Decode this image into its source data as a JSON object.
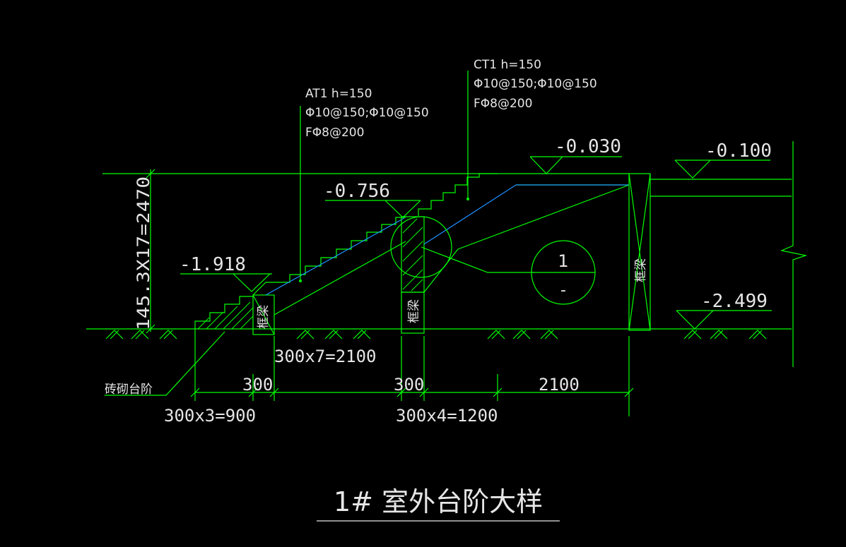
{
  "notes": {
    "at1": {
      "line1": "AT1 h=150",
      "line2": "Φ10@150;Φ10@150",
      "line3": "FΦ8@200"
    },
    "ct1": {
      "line1": "CT1 h=150",
      "line2": "Φ10@150;Φ10@150",
      "line3": "FΦ8@200"
    }
  },
  "elevations": {
    "top_left": "-0.030",
    "top_right": "-0.100",
    "mid": "-0.756",
    "low": "-1.918",
    "bottom_right": "-2.499"
  },
  "labels": {
    "beam": "框梁",
    "brick_step": "砖砌台阶"
  },
  "detail_marker": {
    "number": "1",
    "sheet": "-"
  },
  "dimensions": {
    "vertical": "145.3X17=2470",
    "run_total": "300x7=2100",
    "d1": "300",
    "d2": "300",
    "d3": "2100",
    "left_treads": "300x3=900",
    "mid_treads": "300x4=1200"
  },
  "title": "1# 室外台阶大样",
  "colors": {
    "lines": "#00ff00",
    "accent": "#1e90ff",
    "text": "#e6e6e6",
    "background": "#000000"
  }
}
